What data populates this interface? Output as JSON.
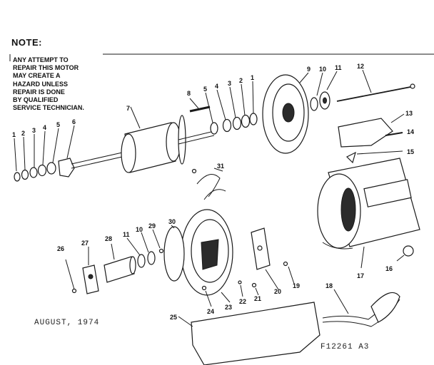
{
  "note": {
    "heading": "NOTE:",
    "lines": [
      "ANY ATTEMPT TO",
      "REPAIR THIS MOTOR",
      "MAY CREATE A",
      "HAZARD UNLESS",
      "REPAIR IS DONE",
      "BY QUALIFIED",
      "SERVICE TECHNICIAN."
    ]
  },
  "date": "AUGUST, 1974",
  "figure_code": "F12261 A3",
  "part_labels": {
    "row_left": [
      "1",
      "2",
      "3",
      "4",
      "5",
      "6"
    ],
    "rotor": "7",
    "pin": "8",
    "washers_mid": [
      "5",
      "4",
      "3",
      "2",
      "1"
    ],
    "end_shield_top": "9",
    "washer_10_top": "10",
    "washer_11_top": "11",
    "bolt_12": "12",
    "cover_13": "13",
    "screw_14": "14",
    "clip_15": "15",
    "stator_17": "17",
    "cap_16": "16",
    "lead_18": "18",
    "switch_31": "31",
    "bracket_30": "30",
    "washer_29": "29",
    "sleeve_28": "28",
    "mount_27": "27",
    "screw_26": "26",
    "washer_11_bottom": "11",
    "washer_10_bottom": "10",
    "base_25": "25",
    "screw_24": "24",
    "end_shield_23": "23",
    "screw_22": "22",
    "washer_21": "21",
    "switch_plate_20": "20",
    "screw_19": "19"
  }
}
